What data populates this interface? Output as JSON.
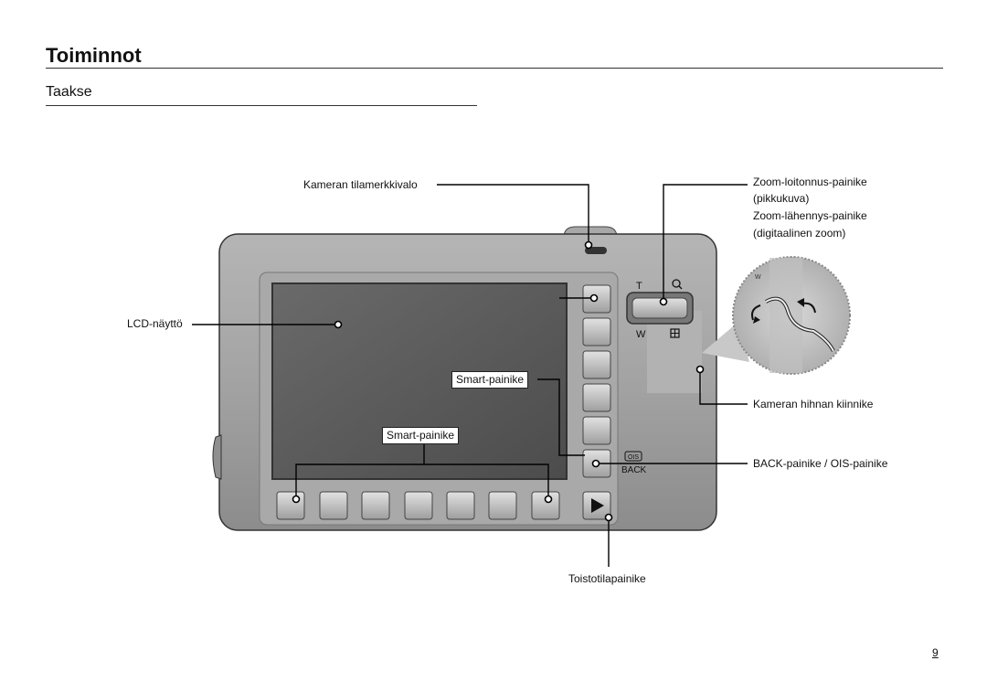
{
  "header": {
    "title": "Toiminnot",
    "subtitle": "Taakse"
  },
  "callouts": {
    "status_lamp": "Kameran tilamerkkivalo",
    "zoom_out_line1": "Zoom-loitonnus-painike",
    "zoom_out_line2": "(pikkukuva)",
    "zoom_in_line1": "Zoom-lähennys-painike",
    "zoom_in_line2": "(digitaalinen zoom)",
    "lcd": "LCD-näyttö",
    "smart_button_right": "Smart-painike",
    "smart_button_bottom": "Smart-painike",
    "strap_eyelet": "Kameran hihnan kiinnike",
    "back_ois": "BACK-painike / OIS-painike",
    "playback": "Toistotilapainike"
  },
  "camera_markings": {
    "zoom_t": "T",
    "zoom_w": "W",
    "back": "BACK",
    "ois": "OIS",
    "inset_w": "W"
  },
  "footer": {
    "page_number": "9"
  },
  "colors": {
    "body": "#9a9a9a",
    "body_dark": "#6e6e6e",
    "lcd": "#5a5a5a",
    "button": "#cfcfcf",
    "line": "#000000"
  }
}
